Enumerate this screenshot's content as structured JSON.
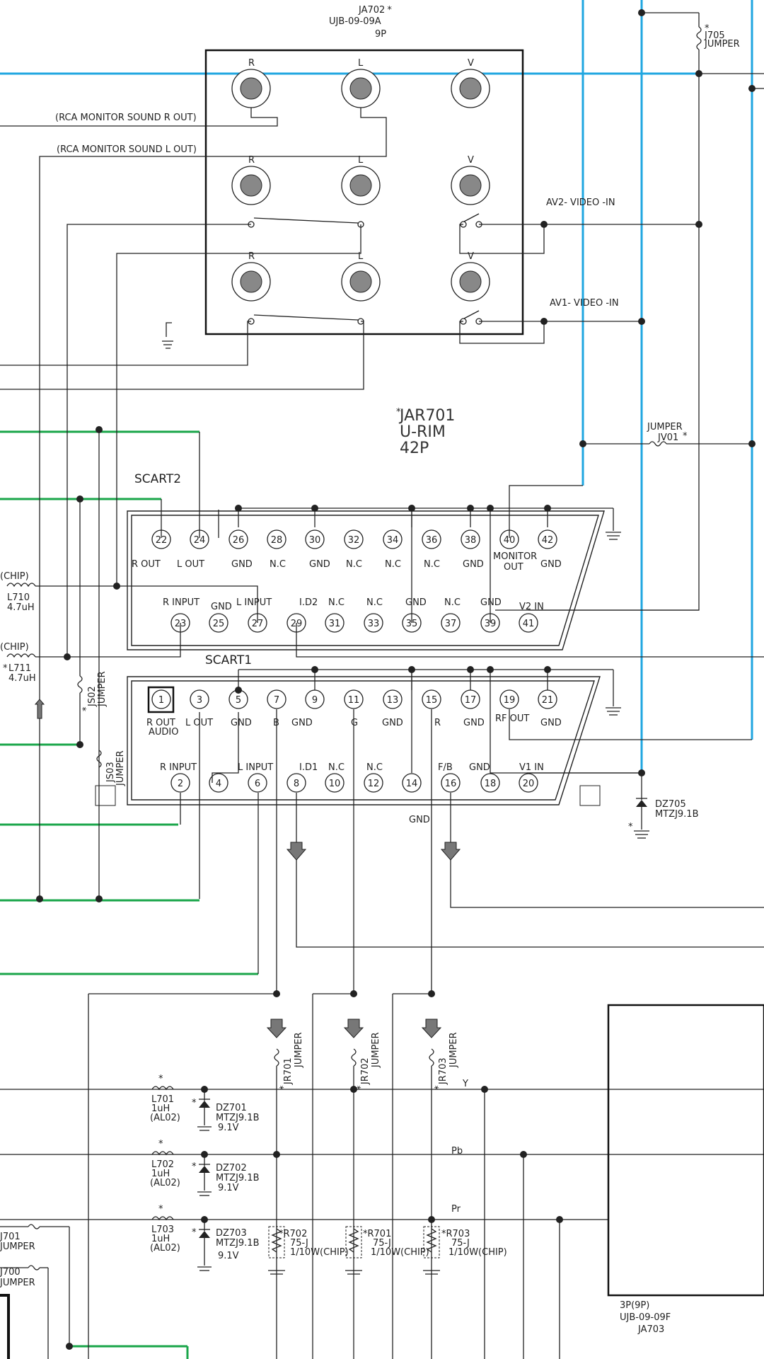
{
  "ja702": {
    "ref": "JA702",
    "part": "UJB-09-09A",
    "pins": "9P",
    "asterisk": "*"
  },
  "j705": {
    "ref": "J705",
    "label": "JUMPER"
  },
  "rca_labels": {
    "r": "R",
    "l": "L",
    "v": "V"
  },
  "rca_monitor": {
    "r_out": "(RCA MONITOR SOUND R OUT)",
    "l_out": "(RCA MONITOR SOUND L OUT)"
  },
  "video_in": {
    "av2": "AV2- VIDEO -IN",
    "av1": "AV1- VIDEO -IN"
  },
  "jar701": {
    "ref": "JAR701",
    "type": "U-RIM",
    "pins": "42P"
  },
  "jv01": {
    "label": "JUMPER",
    "ref": "JV01"
  },
  "scart2": {
    "title": "SCART2",
    "top_pins": [
      "22",
      "24",
      "26",
      "28",
      "30",
      "32",
      "34",
      "36",
      "38",
      "40",
      "42"
    ],
    "top_labels": [
      "R OUT",
      "L OUT",
      "GND",
      "N.C",
      "GND",
      "N.C",
      "N.C",
      "N.C",
      "GND",
      "MONITOR",
      "OUT",
      "GND"
    ],
    "bottom_pins": [
      "23",
      "25",
      "27",
      "29",
      "31",
      "33",
      "35",
      "37",
      "39",
      "41"
    ],
    "bottom_labels": [
      "R INPUT",
      "GND",
      "L INPUT",
      "I.D2",
      "N.C",
      "N.C",
      "GND",
      "N.C",
      "GND",
      "V2 IN"
    ]
  },
  "scart1": {
    "title": "SCART1",
    "top_pins": [
      "1",
      "3",
      "5",
      "7",
      "9",
      "11",
      "13",
      "15",
      "17",
      "19",
      "21"
    ],
    "top_labels": [
      "R OUT",
      "AUDIO",
      "L OUT",
      "GND",
      "B",
      "GND",
      "G",
      "GND",
      "R",
      "GND",
      "RF OUT",
      "GND"
    ],
    "bottom_pins": [
      "2",
      "4",
      "6",
      "8",
      "10",
      "12",
      "14",
      "16",
      "18",
      "20"
    ],
    "bottom_labels": [
      "R INPUT",
      "L INPUT",
      "I.D1",
      "N.C",
      "N.C",
      "F/B",
      "GND",
      "V1 IN"
    ],
    "gnd_below": "GND"
  },
  "l710": {
    "chip": "(CHIP)",
    "ref": "L710",
    "value": "4.7uH"
  },
  "l711": {
    "chip": "(CHIP)",
    "ref": "L711",
    "value": "4.7uH"
  },
  "js02": {
    "ref": "JS02",
    "label": "JUMPER"
  },
  "js03": {
    "ref": "JS03",
    "label": "JUMPER"
  },
  "dz705": {
    "ref": "DZ705",
    "part": "MTZJ9.1B"
  },
  "jumpers_v": [
    {
      "ref": "JR701",
      "label": "JUMPER"
    },
    {
      "ref": "JR702",
      "label": "JUMPER"
    },
    {
      "ref": "JR703",
      "label": "JUMPER"
    }
  ],
  "component_signals": [
    "Y",
    "Pb",
    "Pr"
  ],
  "inductors": [
    {
      "ref": "L701",
      "value": "1uH",
      "note": "(AL02)"
    },
    {
      "ref": "L702",
      "value": "1uH",
      "note": "(AL02)"
    },
    {
      "ref": "L703",
      "value": "1uH",
      "note": "(AL02)"
    }
  ],
  "zeners": [
    {
      "ref": "DZ701",
      "part": "MTZJ9.1B",
      "voltage": "9.1V"
    },
    {
      "ref": "DZ702",
      "part": "MTZJ9.1B",
      "voltage": "9.1V"
    },
    {
      "ref": "DZ703",
      "part": "MTZJ9.1B",
      "voltage": "9.1V"
    }
  ],
  "resistors": [
    {
      "ref": "R702",
      "value": "75-J",
      "spec": "1/10W(CHIP)"
    },
    {
      "ref": "R701",
      "value": "75-J",
      "spec": "1/10W(CHIP)"
    },
    {
      "ref": "R703",
      "value": "75-J",
      "spec": "1/10W(CHIP)"
    }
  ],
  "left_jumpers": [
    {
      "ref": "J701",
      "label": "JUMPER"
    },
    {
      "ref": "J700",
      "label": "JUMPER"
    }
  ],
  "ja703": {
    "pins": "3P(9P)",
    "part": "UJB-09-09F",
    "ref": "JA703"
  },
  "asterisk": "*",
  "colors": {
    "blue_net": "#1fa6e0",
    "green_net": "#1aa64a",
    "ink": "#222222"
  }
}
